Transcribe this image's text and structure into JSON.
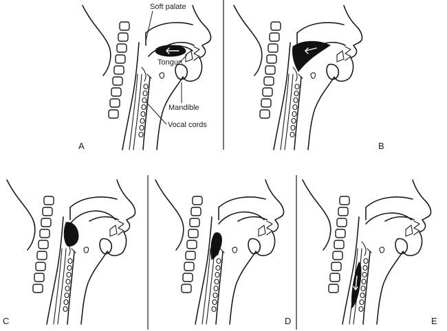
{
  "panels": [
    {
      "letter": "A",
      "stage": "bolus-in-mouth"
    },
    {
      "letter": "B",
      "stage": "bolus-pushed-back-by-tongue"
    },
    {
      "letter": "C",
      "stage": "bolus-in-pharynx"
    },
    {
      "letter": "D",
      "stage": "bolus-entering-esophagus"
    },
    {
      "letter": "E",
      "stage": "bolus-in-esophagus"
    }
  ],
  "annotations": {
    "soft_palate": "Soft palate",
    "tongue": "Tongue",
    "mandible": "Mandible",
    "vocal_cords": "Vocal cords"
  }
}
